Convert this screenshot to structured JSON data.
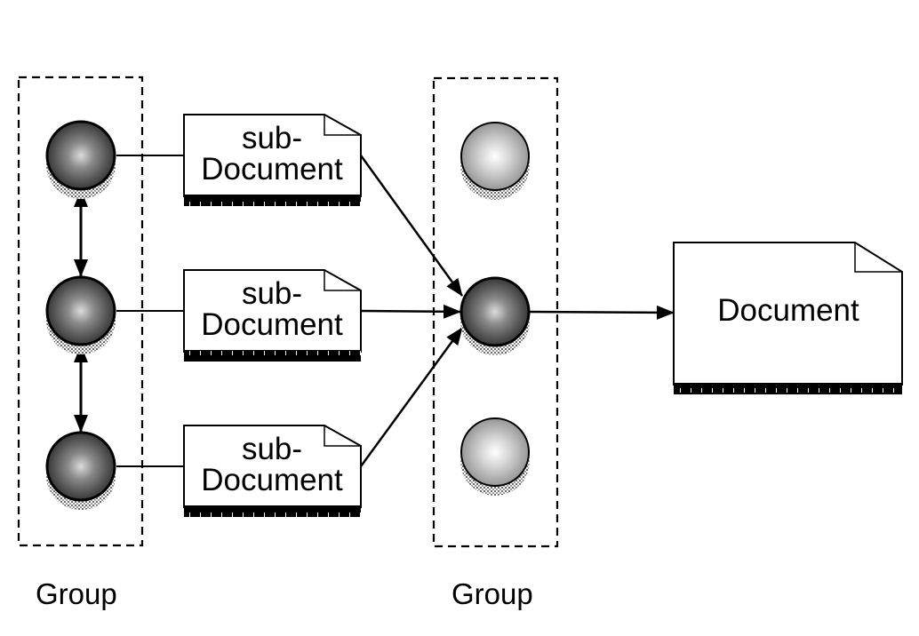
{
  "labels": {
    "sub_document_line1": "sub-",
    "sub_document_line2": "Document",
    "document": "Document",
    "group_left": "Group",
    "group_right": "Group"
  },
  "nodes": {
    "left_group": [
      "dark",
      "dark",
      "dark"
    ],
    "right_group": [
      "light",
      "dark",
      "light"
    ]
  },
  "colors": {
    "stroke": "#000000",
    "dark_node": "#3a3a3a",
    "light_node": "#b8b8b8",
    "background": "#ffffff"
  }
}
